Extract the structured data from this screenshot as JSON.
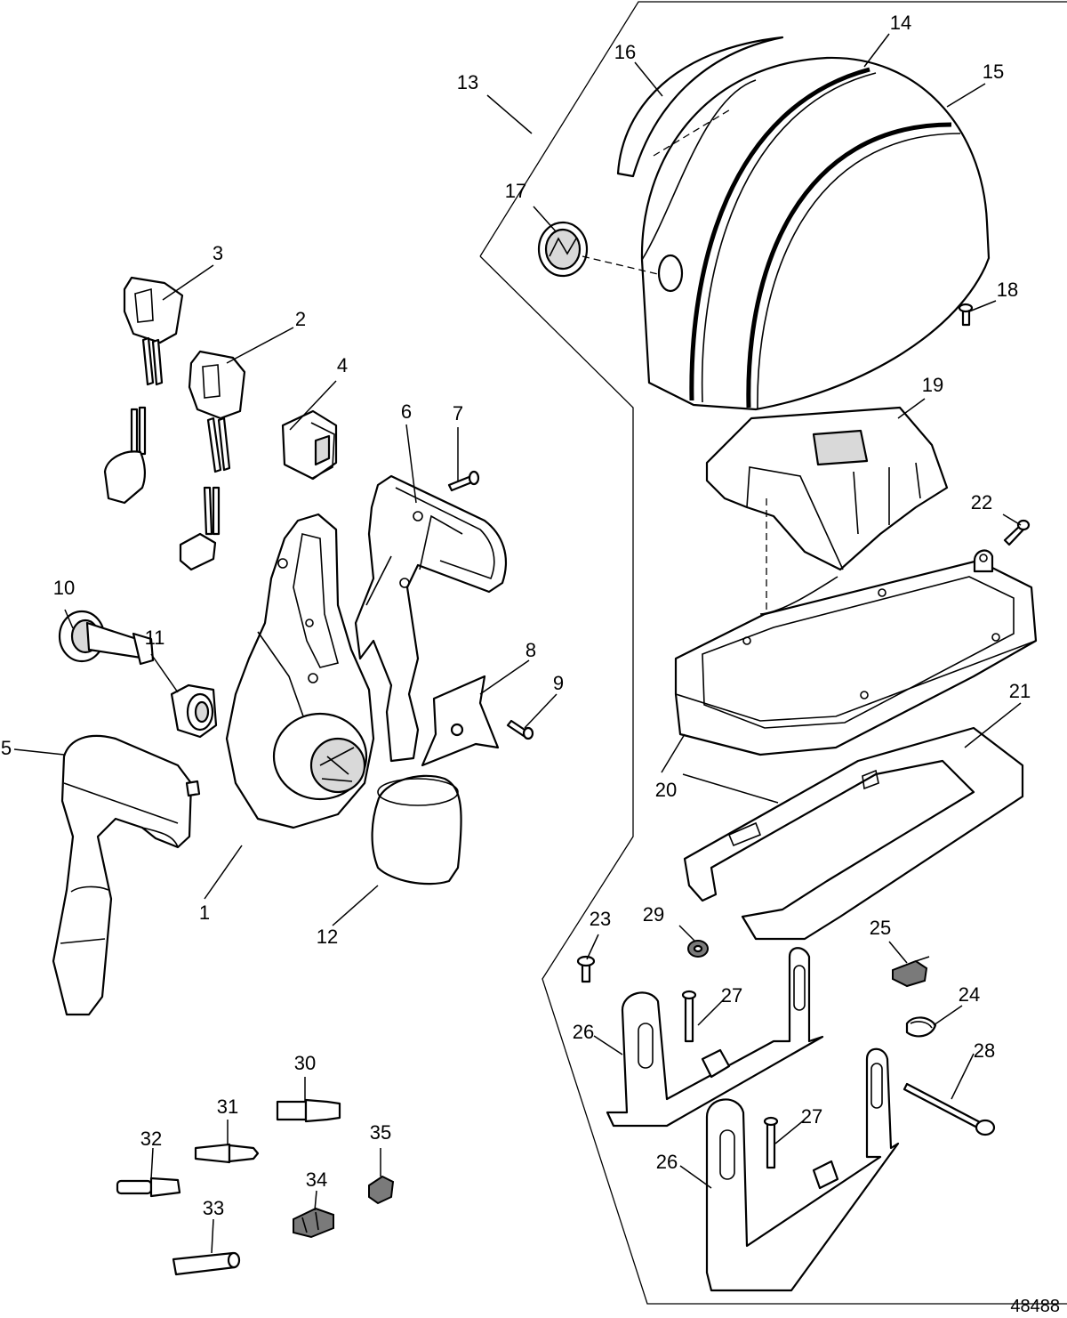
{
  "figure_number": "48488",
  "callouts": [
    {
      "id": "1",
      "label": "1"
    },
    {
      "id": "2",
      "label": "2"
    },
    {
      "id": "3",
      "label": "3"
    },
    {
      "id": "4",
      "label": "4"
    },
    {
      "id": "5",
      "label": "5"
    },
    {
      "id": "6",
      "label": "6"
    },
    {
      "id": "7",
      "label": "7"
    },
    {
      "id": "8",
      "label": "8"
    },
    {
      "id": "9",
      "label": "9"
    },
    {
      "id": "10",
      "label": "10"
    },
    {
      "id": "11",
      "label": "11"
    },
    {
      "id": "12",
      "label": "12"
    },
    {
      "id": "13",
      "label": "13"
    },
    {
      "id": "14",
      "label": "14"
    },
    {
      "id": "15",
      "label": "15"
    },
    {
      "id": "16",
      "label": "16"
    },
    {
      "id": "17",
      "label": "17"
    },
    {
      "id": "18",
      "label": "18"
    },
    {
      "id": "19",
      "label": "19"
    },
    {
      "id": "20",
      "label": "20"
    },
    {
      "id": "21",
      "label": "21"
    },
    {
      "id": "22",
      "label": "22"
    },
    {
      "id": "23",
      "label": "23"
    },
    {
      "id": "24",
      "label": "24"
    },
    {
      "id": "25",
      "label": "25"
    },
    {
      "id": "26a",
      "label": "26"
    },
    {
      "id": "26b",
      "label": "26"
    },
    {
      "id": "27a",
      "label": "27"
    },
    {
      "id": "27b",
      "label": "27"
    },
    {
      "id": "28",
      "label": "28"
    },
    {
      "id": "29",
      "label": "29"
    },
    {
      "id": "30",
      "label": "30"
    },
    {
      "id": "31",
      "label": "31"
    },
    {
      "id": "32",
      "label": "32"
    },
    {
      "id": "33",
      "label": "33"
    },
    {
      "id": "34",
      "label": "34"
    },
    {
      "id": "35",
      "label": "35"
    }
  ]
}
